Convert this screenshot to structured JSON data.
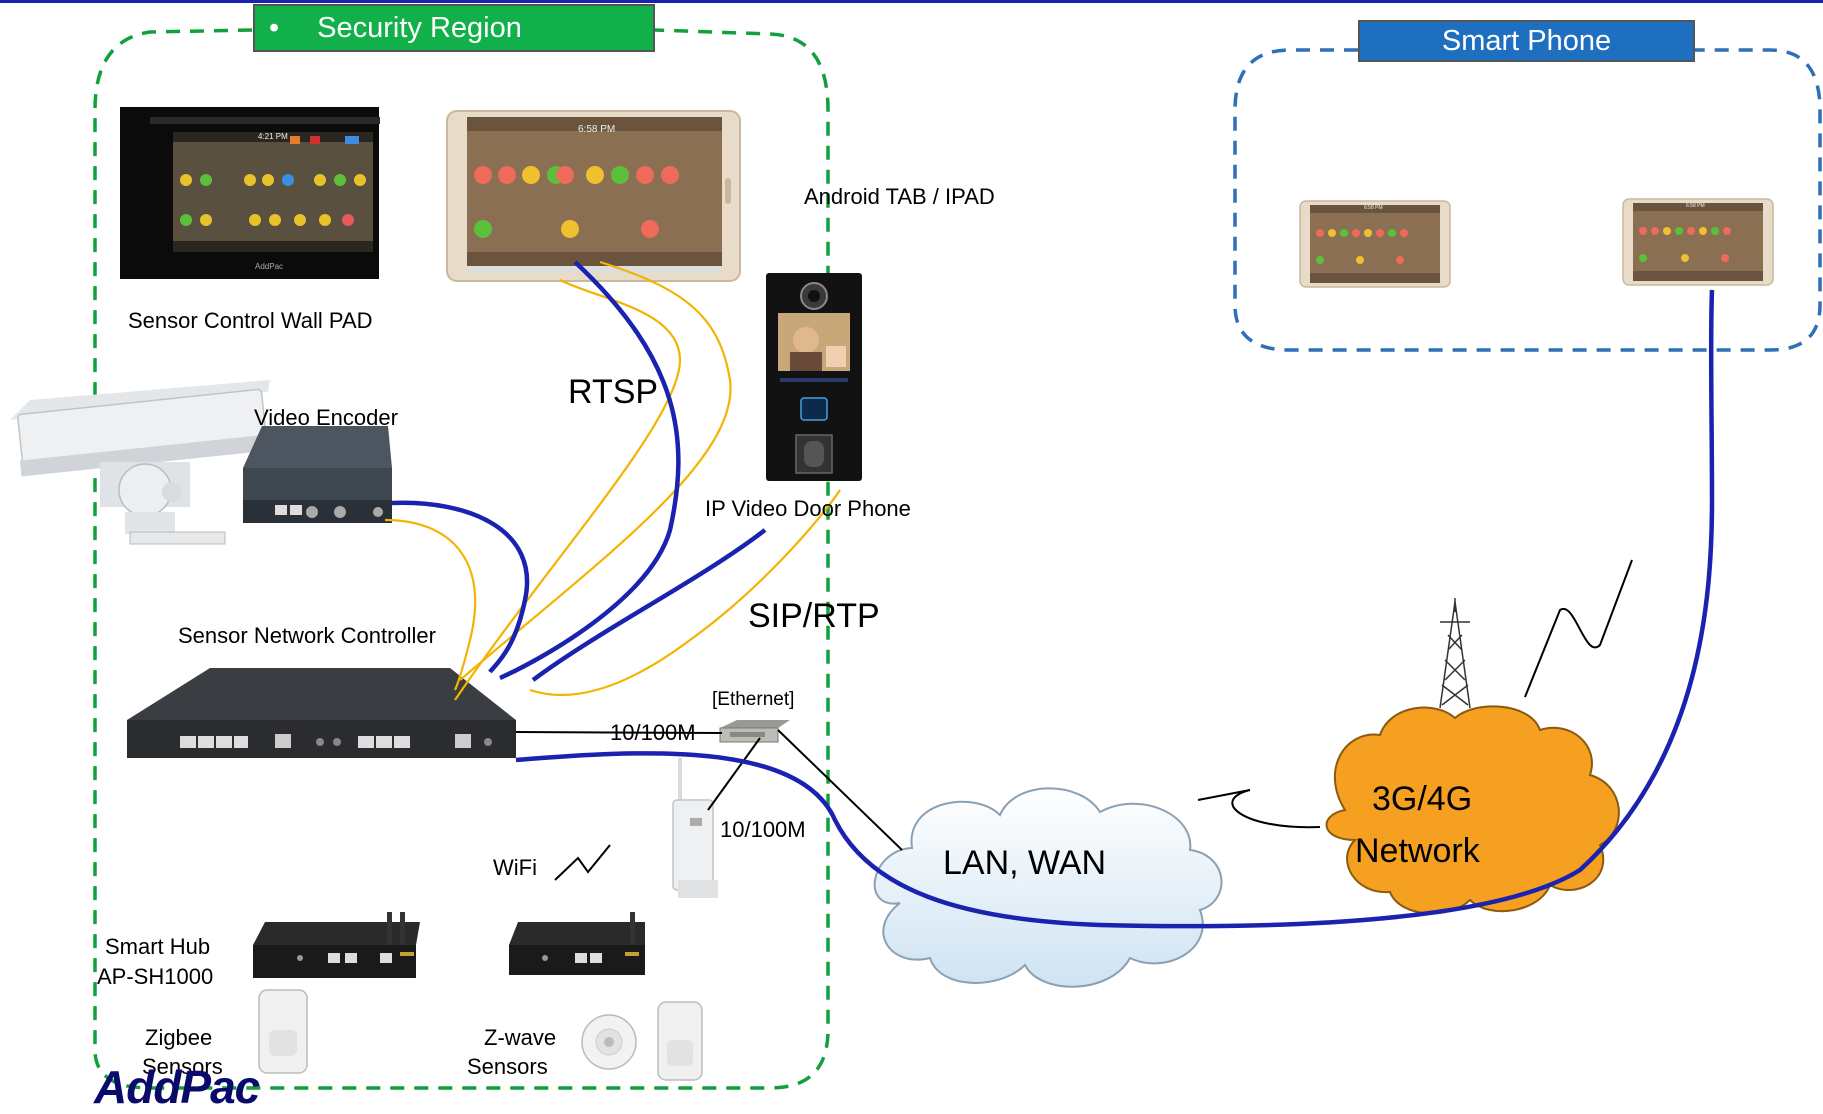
{
  "regions": {
    "security": {
      "title": "Security Region",
      "bullet": "•",
      "header_color": "#12b04a",
      "border_color": "#12a03c"
    },
    "smartphone": {
      "title": "Smart Phone",
      "header_color": "#1e6fc0",
      "border_color": "#2f6fb7"
    }
  },
  "devices": {
    "wall_pad": {
      "label": "Sensor Control Wall PAD",
      "screen_time": "4:21 PM",
      "brand": "AddPac"
    },
    "tablet": {
      "label": "Android TAB / IPAD",
      "screen_time": "6:58 PM"
    },
    "phone_tablet_1": {
      "screen_time": "6:58 PM"
    },
    "phone_tablet_2": {
      "screen_time": "6:58 PM"
    },
    "video_encoder": {
      "label": "Video Encoder"
    },
    "door_phone": {
      "label": "IP Video Door Phone"
    },
    "controller": {
      "label": "Sensor Network Controller"
    },
    "ethernet_switch": {
      "label": "[Ethernet]"
    },
    "smart_hub": {
      "label_line1": "Smart Hub",
      "label_line2": "AP-SH1000"
    },
    "zigbee": {
      "label_line1": "Zigbee",
      "label_line2": "Sensors"
    },
    "zwave": {
      "label_line1": "Z-wave",
      "label_line2": "Sensors"
    },
    "wifi": {
      "label": "WiFi"
    }
  },
  "links": {
    "rtsp": "RTSP",
    "sip_rtp": "SIP/RTP",
    "speed_1": "10/100M",
    "speed_2": "10/100M"
  },
  "networks": {
    "lan_wan": {
      "label": "LAN, WAN",
      "fill": "#e9f3fa"
    },
    "mobile": {
      "label_line1": "3G/4G",
      "label_line2": "Network",
      "fill": "#f5a020"
    }
  },
  "logo": {
    "text": "AddPac"
  },
  "colors": {
    "blue_cable": "#1a22b0",
    "yellow_cable": "#f2b400",
    "top_bar": "#1a22b0"
  }
}
